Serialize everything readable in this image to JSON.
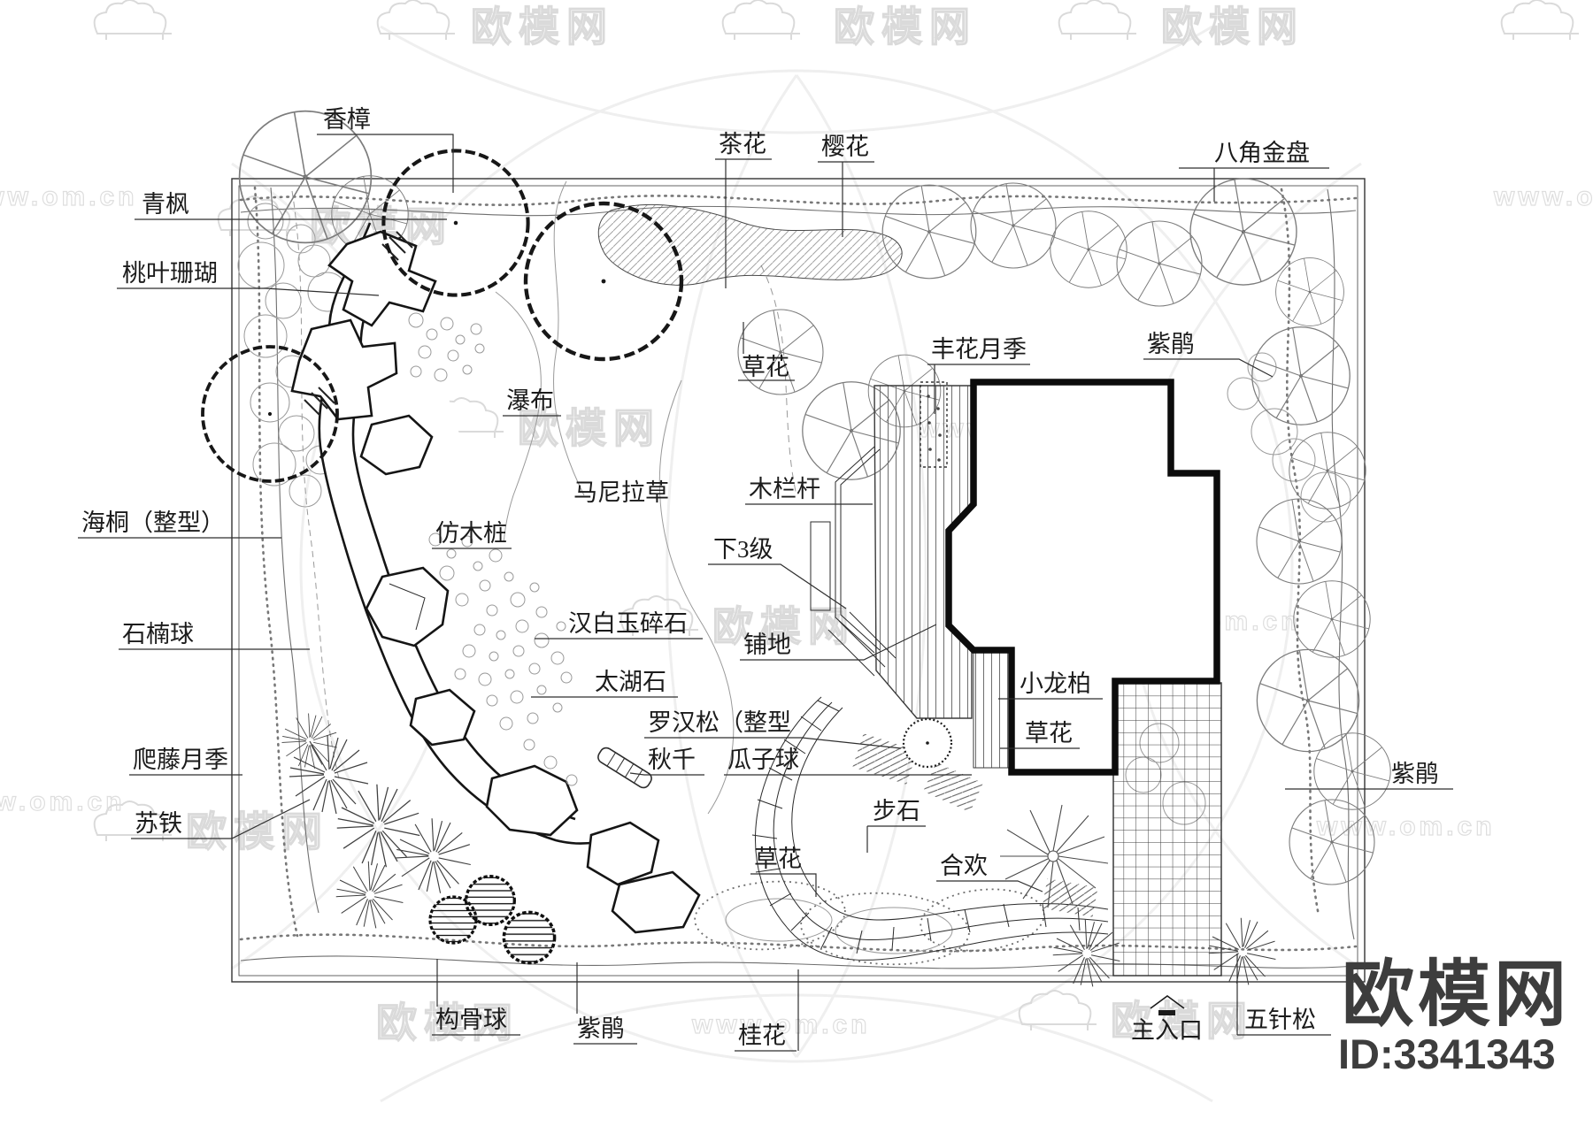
{
  "watermark": {
    "brand": "欧模网",
    "site": "www.om.cn",
    "id_text": "ID:3341343"
  },
  "plan": {
    "labels": {
      "xiang_zhang": "香樟",
      "qing_feng": "青枫",
      "tao_ye_shan_hu": "桃叶珊瑚",
      "cha_hua": "茶花",
      "ying_hua": "樱花",
      "ba_jiao_jin_pan": "八角金盘",
      "cao_hua_top": "草花",
      "feng_hua_yue_ji": "丰花月季",
      "zi_juan_top": "紫鹃",
      "pu_bu": "瀑布",
      "ma_ni_la_cao": "马尼拉草",
      "fang_mu_zhuang": "仿木桩",
      "mu_lan_gan": "木栏杆",
      "xia_san_ji": "下3级",
      "hai_tong": "海桐（整型）",
      "shi_nan_qiu": "石楠球",
      "han_bai_yu_sui_shi": "汉白玉碎石",
      "pu_di": "铺地",
      "tai_hu_shi": "太湖石",
      "xiao_long_bai": "小龙柏",
      "luo_han_song": "罗汉松（整型",
      "cao_hua_house": "草花",
      "pa_teng_yue_ji": "爬藤月季",
      "qiu_qian": "秋千",
      "gua_zi_qiu": "瓜子球",
      "su_tie": "苏铁",
      "bu_shi": "步石",
      "cao_hua_bottom": "草花",
      "he_huan": "合欢",
      "zi_juan_right": "紫鹃",
      "gou_gu_qiu": "构骨球",
      "zi_juan_bottom": "紫鹃",
      "gui_hua": "桂花",
      "zhu_ru_kou": "主入口",
      "wu_zhen_song": "五针松"
    }
  }
}
